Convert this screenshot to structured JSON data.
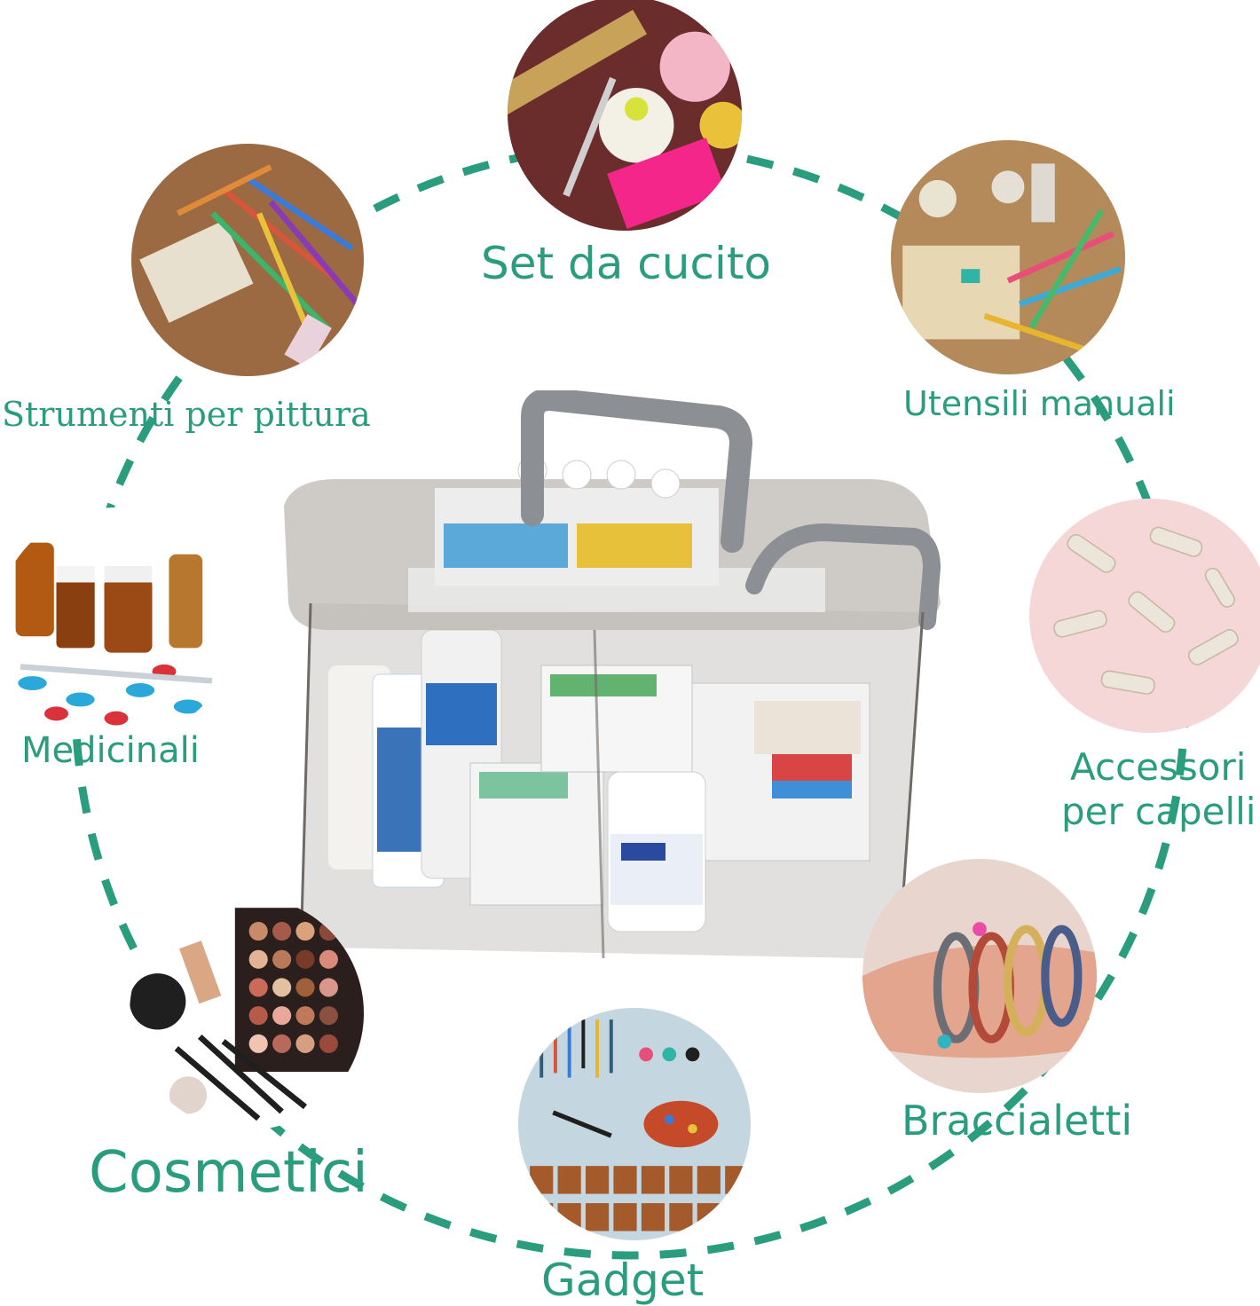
{
  "accent_color": "#2a9d7f",
  "center_image": {
    "name": "transparent-storage-box-with-medicines",
    "handle_color": "#8c8f93"
  },
  "categories": [
    {
      "id": "sewing",
      "label": "Set da cucito",
      "photo": "sewing-supplies"
    },
    {
      "id": "painting",
      "label": "Strumenti per pittura",
      "photo": "painting-supplies"
    },
    {
      "id": "tools",
      "label": "Utensili manuali",
      "photo": "craft-tools"
    },
    {
      "id": "medicine",
      "label": "Medicinali",
      "photo": "medicine-bottles"
    },
    {
      "id": "hair",
      "label": "Accessori per capelli",
      "label_lines": [
        "Accessori",
        "per capelli"
      ],
      "photo": "pearl-hair-clips"
    },
    {
      "id": "bracelets",
      "label": "Braccialetti",
      "photo": "bracelets"
    },
    {
      "id": "cosmetics",
      "label": "Cosmetici",
      "photo": "makeup"
    },
    {
      "id": "gadget",
      "label": "Gadget",
      "photo": "letter-stamps"
    }
  ]
}
